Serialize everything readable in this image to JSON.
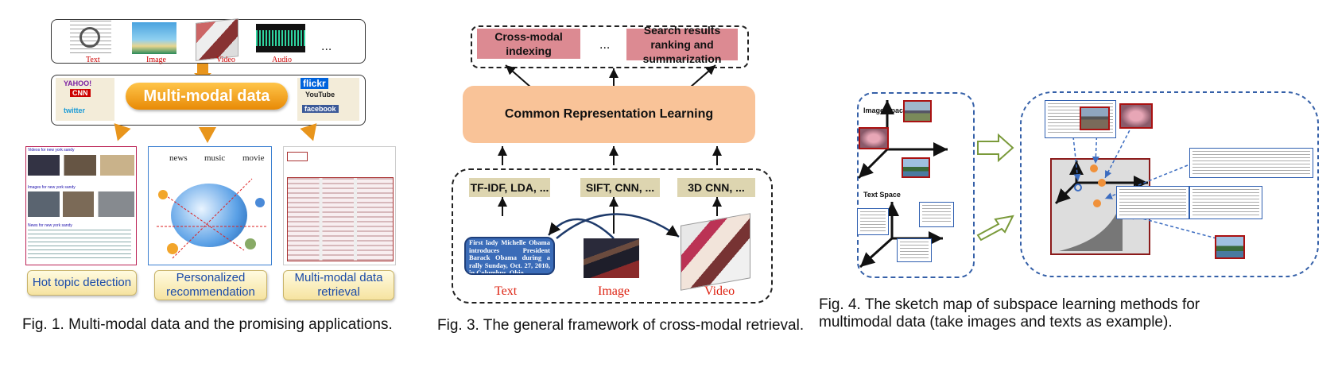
{
  "fig1": {
    "media_labels": [
      "Text",
      "Image",
      "Video",
      "Audio"
    ],
    "media_more": "...",
    "center_label": "Multi-modal data",
    "brands": [
      "YAHOO!",
      "CNN",
      "twitter",
      "flickr",
      "YouTube",
      "facebook"
    ],
    "apps": [
      "Hot topic detection",
      "Personalized recommendation",
      "Multi-modal data retrieval"
    ],
    "rec_words": [
      "news",
      "music",
      "movie"
    ],
    "search_header": "Videos for new york sandy",
    "images_header": "Images for new york sandy",
    "news_header": "News for new york sandy",
    "caption": "Fig. 1.  Multi-modal data and the promising applications."
  },
  "fig3": {
    "top_left": "Cross-modal indexing",
    "top_dots": "...",
    "top_right": "Search results ranking and summarization",
    "middle": "Common Representation Learning",
    "features": [
      "TF-IDF, LDA, ...",
      "SIFT, CNN, ...",
      "3D CNN, ..."
    ],
    "text_sample": "First lady Michelle Obama introduces President Barack Obama during a rally Sunday, Oct. 27, 2010, in Columbus, Ohio.",
    "modalities": [
      "Text",
      "Image",
      "Video"
    ],
    "caption": "Fig. 3.  The general framework of cross-modal retrieval."
  },
  "fig4": {
    "image_space": "Image Space",
    "text_space": "Text Space",
    "caption_line1": "Fig. 4.  The sketch map of subspace learning methods for",
    "caption_line2": "multimodal data (take images and texts as example)."
  }
}
